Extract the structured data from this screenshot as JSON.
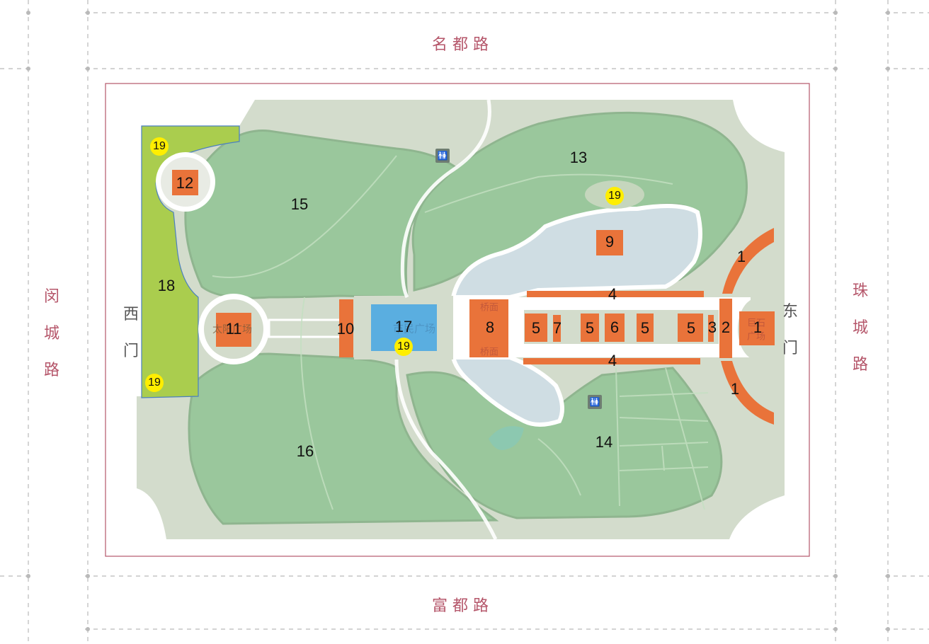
{
  "roads": {
    "north": "名 都 路",
    "south": "富 都 路",
    "west": [
      "闵",
      "城",
      "路"
    ],
    "east": [
      "珠",
      "城",
      "路"
    ]
  },
  "gates": {
    "west": [
      "西",
      "门"
    ],
    "east": [
      "东",
      "门"
    ]
  },
  "zones": {
    "z1a": "1",
    "z1b": "1",
    "z1c": "1",
    "z2": "2",
    "z3": "3",
    "z4a": "4",
    "z4b": "4",
    "z5a": "5",
    "z5b": "5",
    "z5c": "5",
    "z5d": "5",
    "z6": "6",
    "z7": "7",
    "z8": "8",
    "z9": "9",
    "z10": "10",
    "z11": "11",
    "z12": "12",
    "z13": "13",
    "z14": "14",
    "z15": "15",
    "z16": "16",
    "z17": "17",
    "z18": "18"
  },
  "markers": {
    "m1": "19",
    "m2": "19",
    "m3": "19",
    "m4": "19"
  },
  "area_text": {
    "bridge_top": "桥面",
    "bridge_bottom": "桥面",
    "city_plaza": "市民广场",
    "sun_plaza": "太阳广场",
    "stone_plaza_1": "巨石",
    "stone_plaza_2": "广场"
  },
  "icons": {
    "toilet_1": "toilet-icon",
    "toilet_2": "toilet-icon"
  },
  "colors": {
    "road_text": "#b5566a",
    "lawn": "#9ac79c",
    "paved": "#d3dccc",
    "lake": "#cfdde3",
    "building": "#e9733a",
    "plaza_blue": "#5aaee0",
    "garden_18": "#aacd4e",
    "marker": "#ffee00",
    "border": "#b5566a"
  }
}
